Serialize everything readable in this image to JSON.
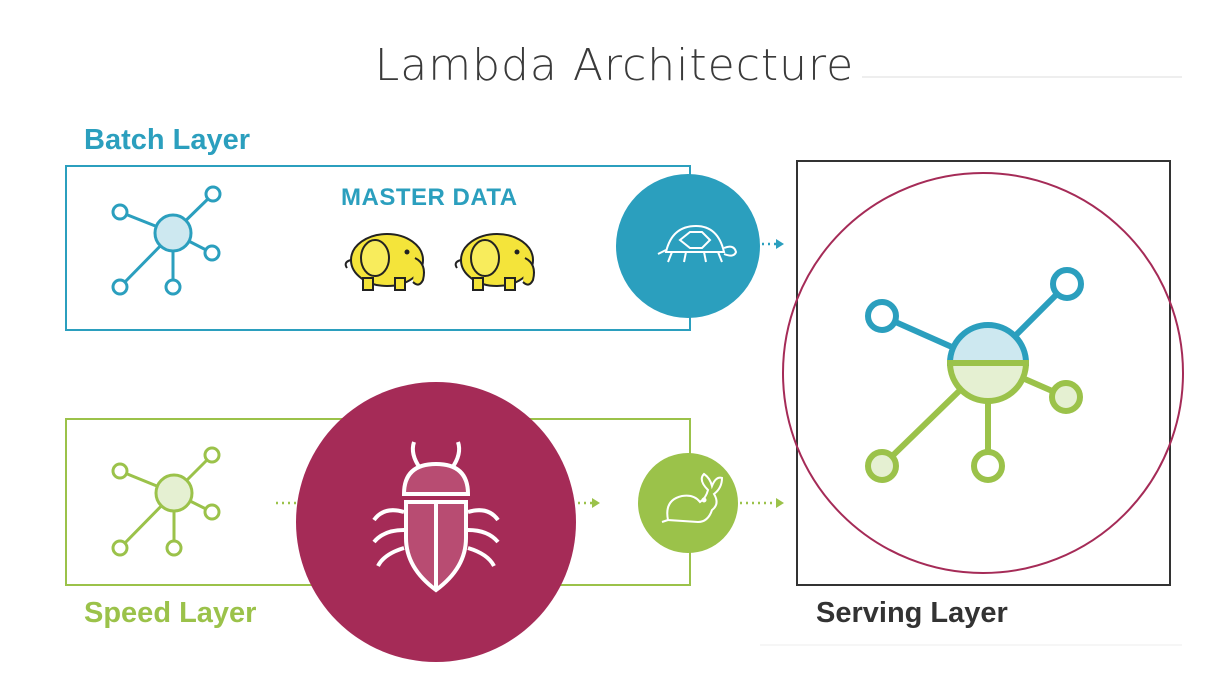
{
  "title": "Lambda Architecture",
  "batch_layer": {
    "label": "Batch Layer",
    "master_data_label": "MASTER DATA"
  },
  "speed_layer": {
    "label": "Speed Layer"
  },
  "serving_layer": {
    "label": "Serving Layer"
  },
  "colors": {
    "batch": "#2b9fbe",
    "speed": "#9bc24a",
    "storm": "#a52b57",
    "serving_border": "#333333",
    "hadoop": "#f4e43a",
    "title": "#3a3a3a"
  },
  "icons": [
    "network-hub-icon",
    "hadoop-elephant-icon",
    "turtle-icon",
    "rabbit-icon",
    "bug-icon"
  ]
}
